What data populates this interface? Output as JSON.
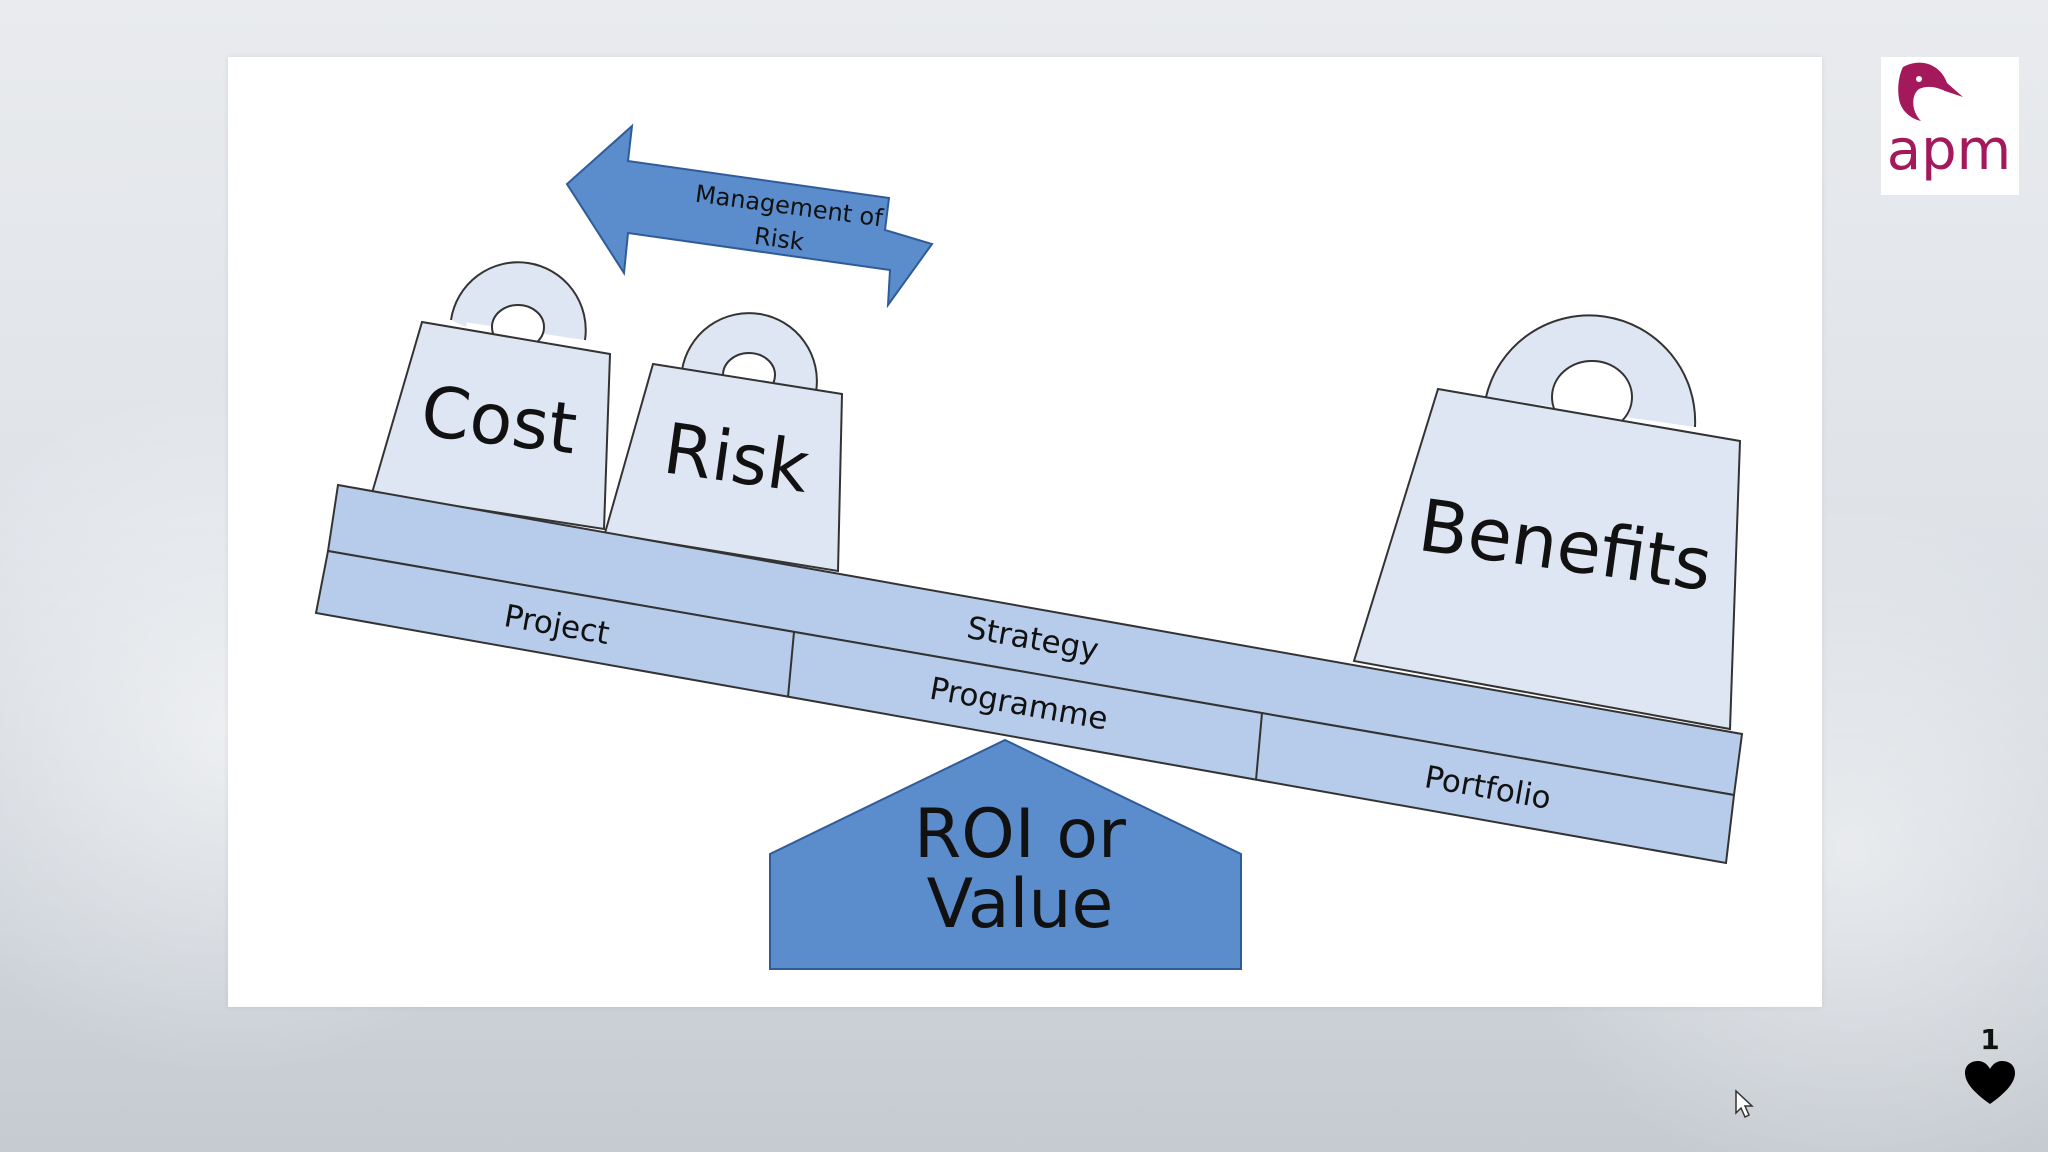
{
  "diagram": {
    "arrow_label_line1": "Management of",
    "arrow_label_line2": "Risk",
    "weights": {
      "cost": "Cost",
      "risk": "Risk",
      "benefits": "Benefits"
    },
    "beam": {
      "top_label": "Strategy",
      "segments": [
        "Project",
        "Programme",
        "Portfolio"
      ]
    },
    "fulcrum_line1": "ROI or",
    "fulcrum_line2": "Value"
  },
  "logo": {
    "text": "apm"
  },
  "likes": {
    "count": "1"
  },
  "colors": {
    "weight_fill": "#dde6f2",
    "beam_fill": "#b7cbea",
    "arrow_fill": "#5b8ccb",
    "fulcrum_fill": "#5b8ccb",
    "brand": "#a3195b"
  }
}
